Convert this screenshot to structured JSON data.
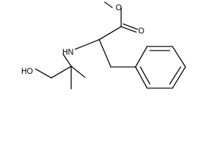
{
  "molecule": {
    "atom_labels": {
      "ester_oxygen": "O",
      "carbonyl_oxygen": "O",
      "amine": "HN",
      "hydroxyl": "HO"
    }
  }
}
